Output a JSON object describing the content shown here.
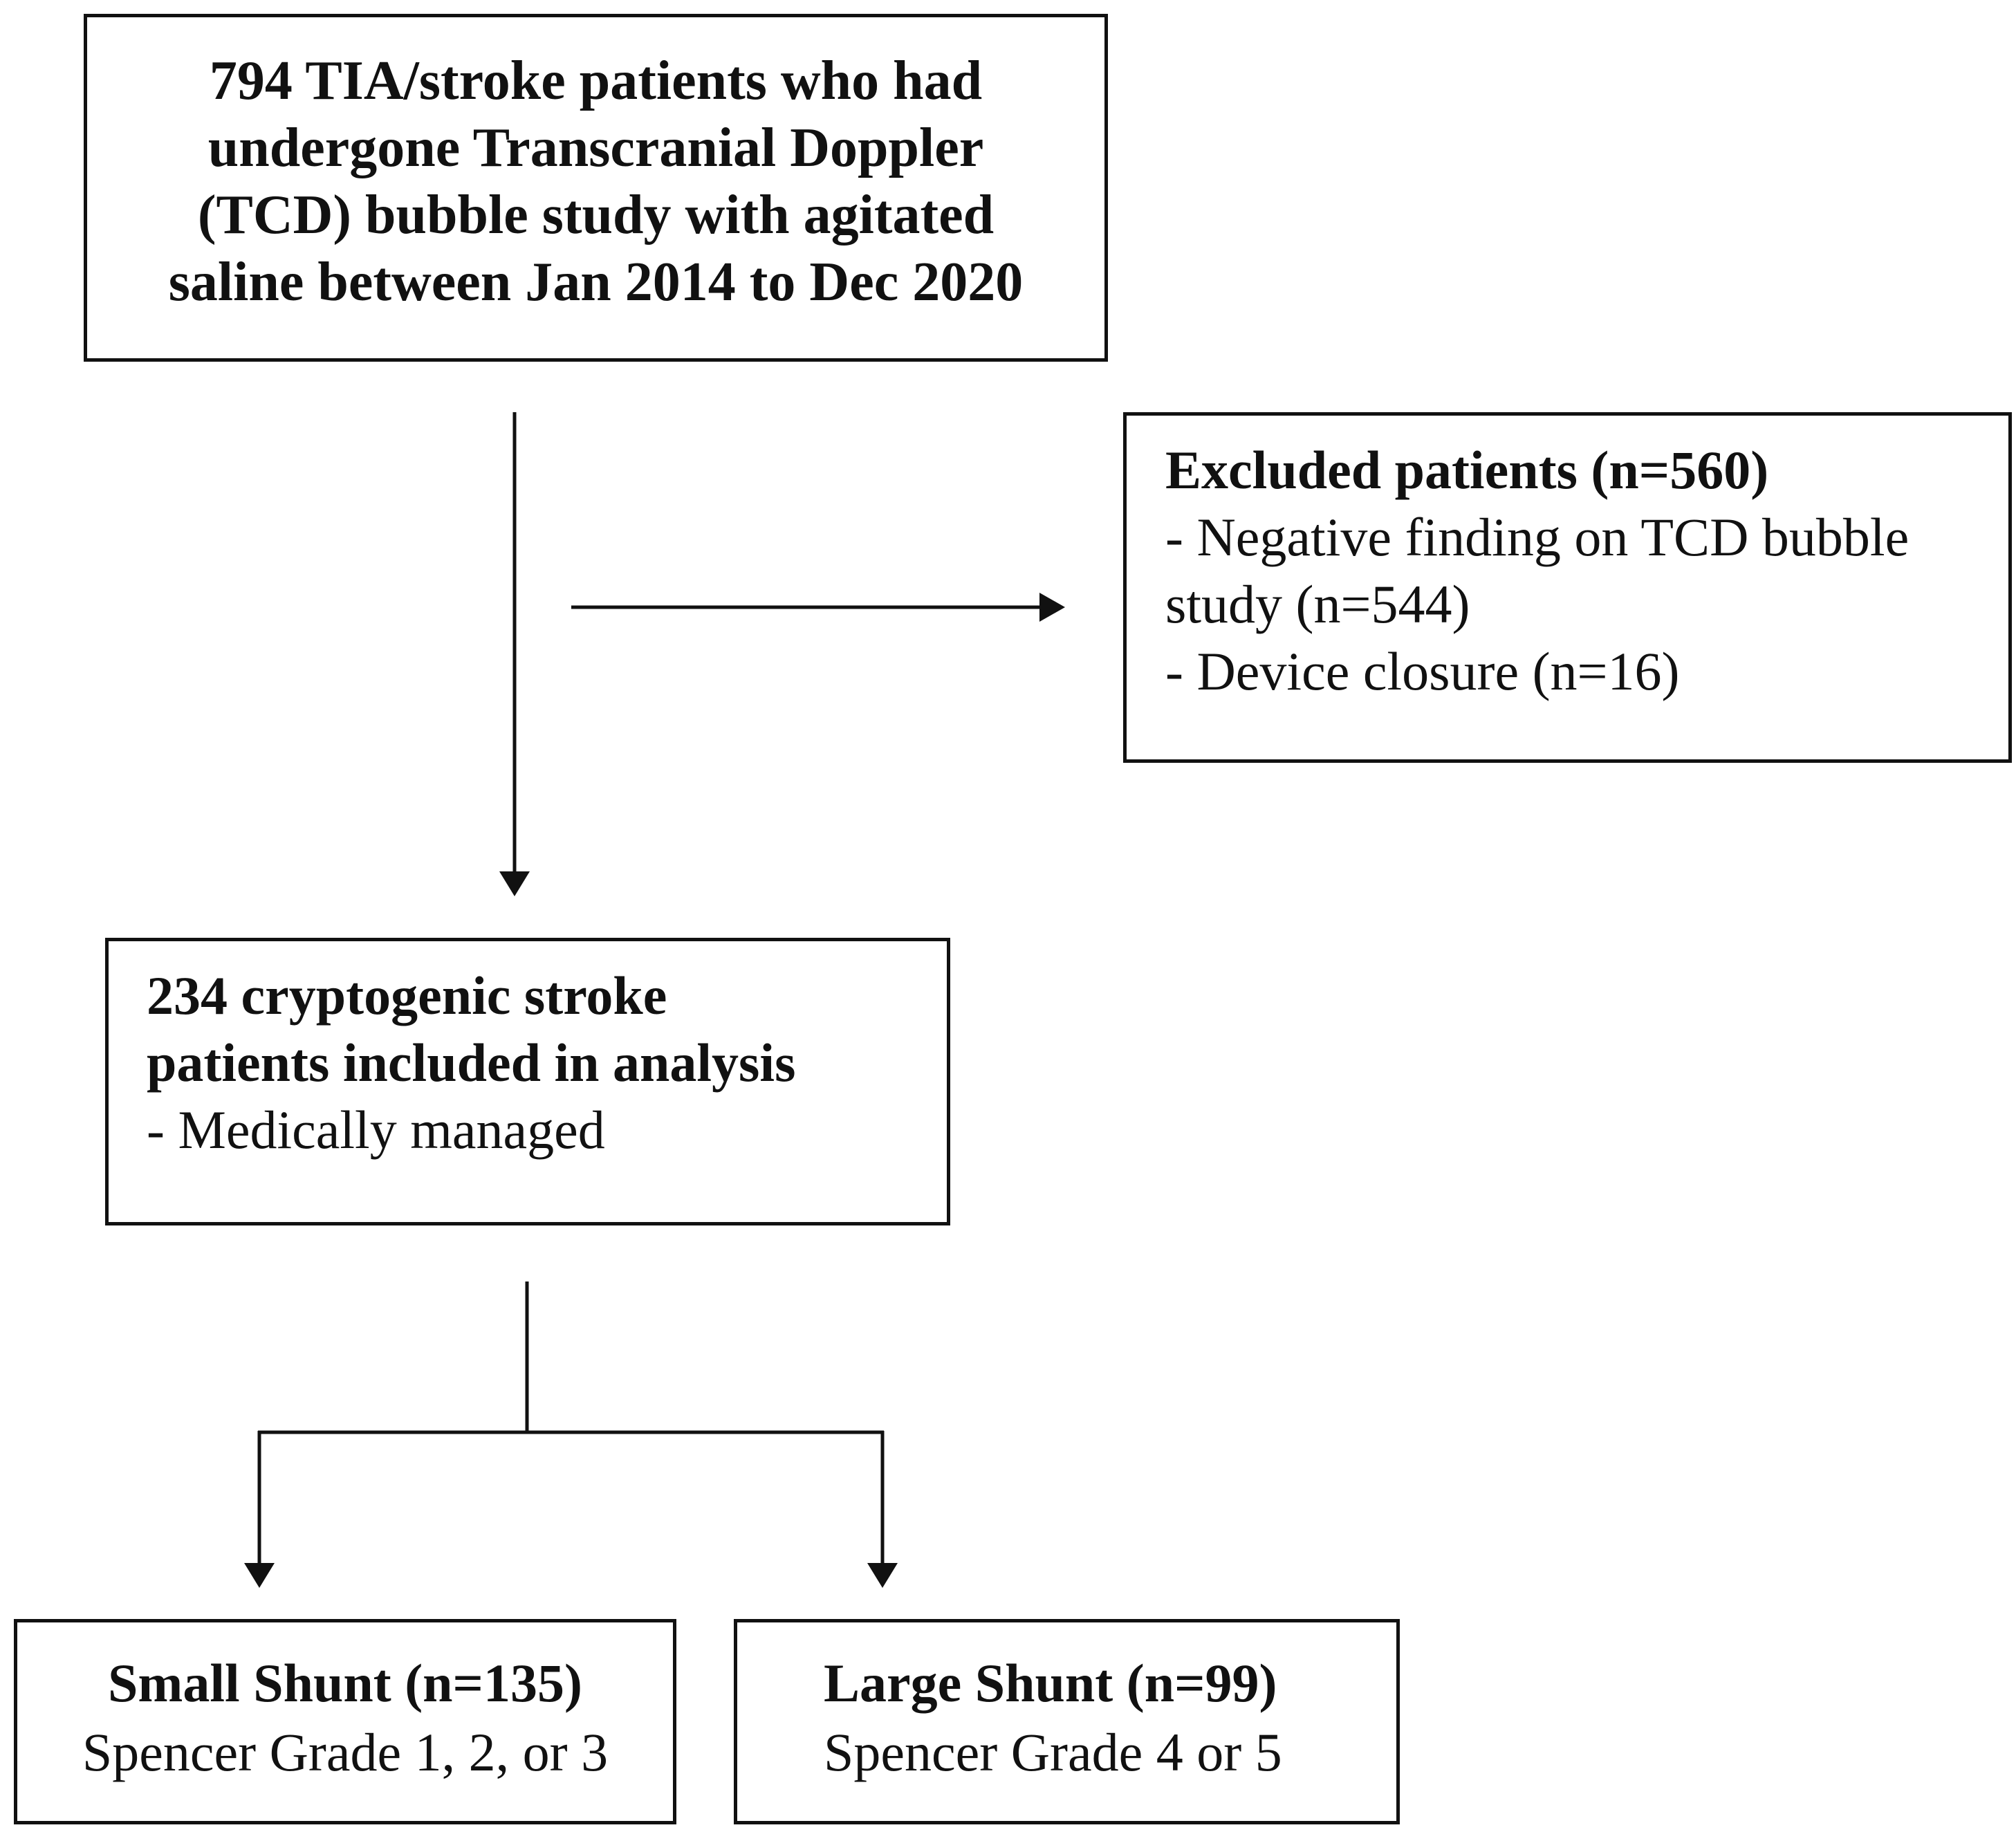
{
  "flowchart": {
    "top_box": {
      "lines": [
        "794 TIA/stroke patients who had",
        "undergone Transcranial Doppler",
        "(TCD) bubble study with agitated",
        "saline between Jan 2014 to Dec 2020"
      ]
    },
    "excluded_box": {
      "title": "Excluded patients (n=560)",
      "lines": [
        "- Negative finding on TCD bubble",
        "study (n=544)",
        "- Device closure (n=16)"
      ]
    },
    "included_box": {
      "title_lines": [
        "234 cryptogenic stroke",
        "patients included in analysis"
      ],
      "lines": [
        "- Medically managed"
      ]
    },
    "small_shunt_box": {
      "title": "Small Shunt (n=135)",
      "subtitle": "Spencer Grade 1, 2, or 3"
    },
    "large_shunt_box": {
      "title": "Large Shunt (n=99)",
      "subtitle": "Spencer Grade 4 or 5"
    }
  }
}
